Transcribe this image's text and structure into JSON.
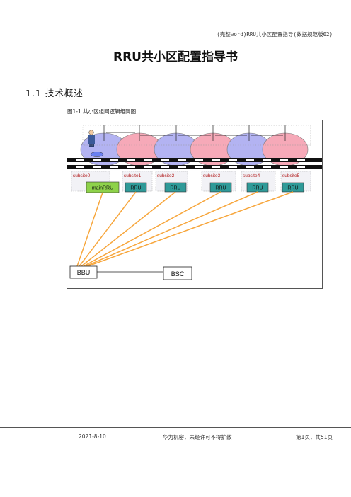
{
  "header": {
    "doc_ref": "(完整word)RRU共小区配置指导(数据规范版02)"
  },
  "doc_title": "RRU共小区配置指导书",
  "section_heading": "1.1 技术概述",
  "figure": {
    "caption": "图1-1 共小区组网逻辑组网图",
    "subsites": [
      "subsite0",
      "subsite1",
      "subsite2",
      "subsite3",
      "subsite4",
      "subsite5"
    ],
    "rru_labels": [
      "mainRRU",
      "RRU",
      "RRU",
      "RRU",
      "RRU",
      "RRU"
    ],
    "bbu_label": "BBU",
    "bsc_label": "BSC",
    "colors": {
      "blue_cell": "#b3b3f2",
      "red_cell": "#f6a9b8",
      "main_rru": "#8ed24a",
      "rru": "#2f9a98",
      "cpri_link": "#f7a63c",
      "subsite_text": "#b01818"
    }
  },
  "footer": {
    "date": "2021-8-10",
    "confidential": "华为机密，未经许可不得扩散",
    "page": "第1页，共51页"
  }
}
